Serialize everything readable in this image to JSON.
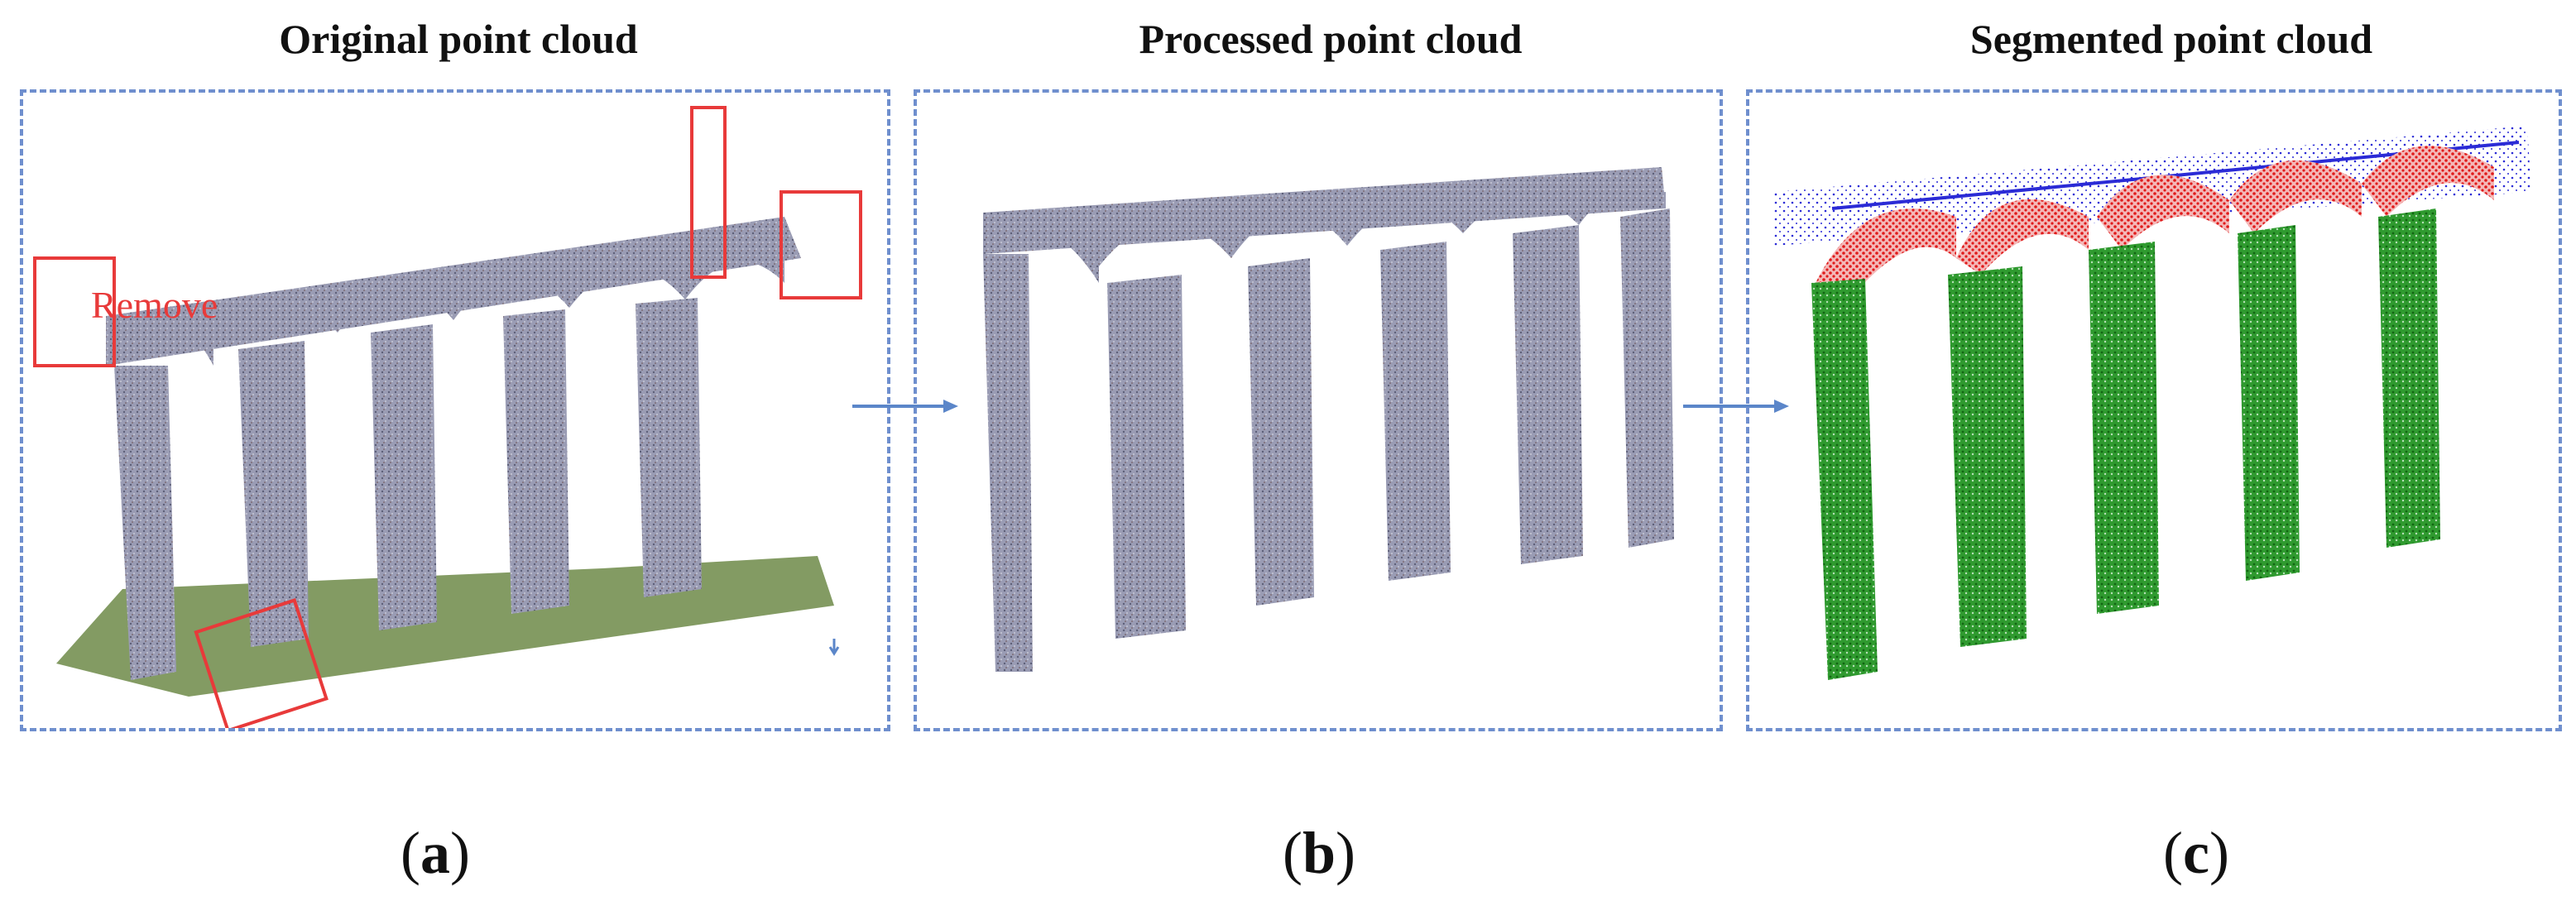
{
  "panels": [
    {
      "title": "Original point cloud",
      "caption_letter": "a"
    },
    {
      "title": "Processed point cloud",
      "caption_letter": "b"
    },
    {
      "title": "Segmented point cloud",
      "caption_letter": "c"
    }
  ],
  "annotations": {
    "remove_label": "Remove"
  },
  "colors": {
    "border": "#6f8fce",
    "remove": "#e83a3a",
    "stone": "#8e90a8",
    "ground": "#5d7a3a",
    "seg_deck": "#2b2bd6",
    "seg_arch": "#e01a1a",
    "seg_pier": "#1e8a1e",
    "arrow": "#5b86c9"
  }
}
